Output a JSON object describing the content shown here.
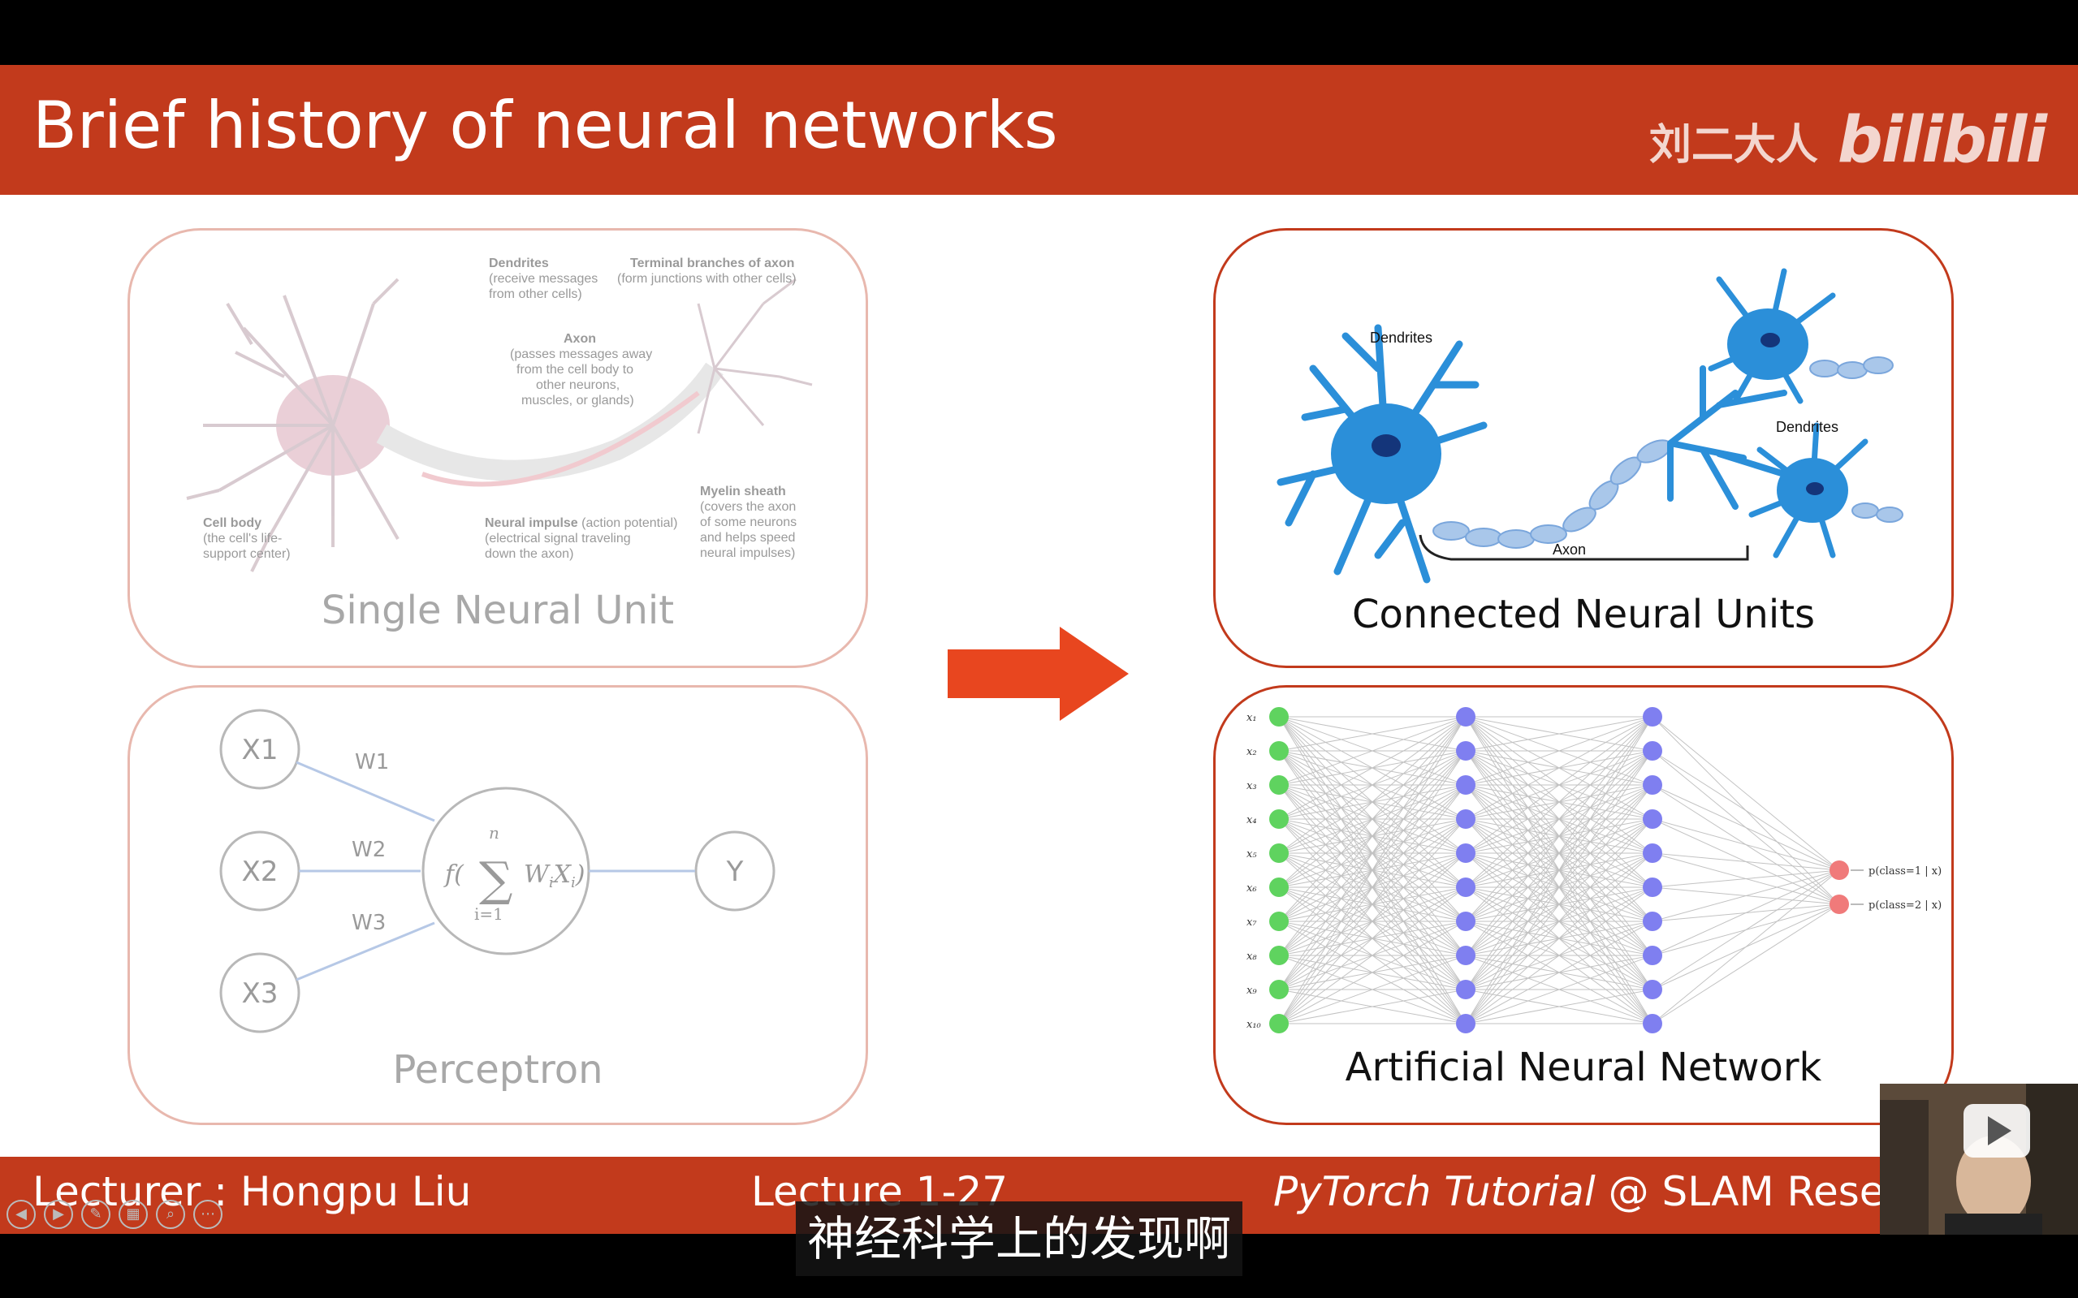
{
  "slide": {
    "title": "Brief history of neural networks",
    "brand": {
      "author": "刘二大人",
      "logo": "bilibili"
    },
    "panels": {
      "single_neural_unit": {
        "caption": "Single Neural Unit",
        "labels": {
          "dendrites_title": "Dendrites",
          "dendrites_1": "(receive messages",
          "dendrites_2": "from other cells)",
          "terminal_title": "Terminal branches of axon",
          "terminal_1": "(form junctions with other cells)",
          "axon_title": "Axon",
          "axon_1": "(passes messages away",
          "axon_2": "from the cell body to",
          "axon_3": "other neurons,",
          "axon_4": "muscles, or glands)",
          "cellbody_title": "Cell body",
          "cellbody_1": "(the cell's life-",
          "cellbody_2": "support center)",
          "impulse_title": "Neural impulse",
          "impulse_title_rest": " (action potential)",
          "impulse_1": "(electrical signal traveling",
          "impulse_2": "down the axon)",
          "myelin_title": "Myelin sheath",
          "myelin_1": "(covers the axon",
          "myelin_2": "of some neurons",
          "myelin_3": "and helps speed",
          "myelin_4": "neural impulses)"
        }
      },
      "perceptron": {
        "caption": "Perceptron",
        "inputs": [
          "X1",
          "X2",
          "X3"
        ],
        "weights": [
          "W1",
          "W2",
          "W3"
        ],
        "output": "Y",
        "formula": {
          "f": "f",
          "sum_top": "n",
          "sum_bottom": "i=1",
          "body": "W",
          "sub": "i",
          "x": "X",
          "xsub": "i"
        }
      },
      "connected_neural_units": {
        "caption": "Connected Neural Units",
        "labels": {
          "dendrites_left": "Dendrites",
          "dendrites_right": "Dendrites",
          "axon": "Axon"
        }
      },
      "artificial_neural_network": {
        "caption": "Artificial Neural Network",
        "input_labels": [
          "x₁",
          "x₂",
          "x₃",
          "x₄",
          "x₅",
          "x₆",
          "x₇",
          "x₈",
          "x₉",
          "x₁₀"
        ],
        "output_labels": [
          "p(class=1 | x)",
          "p(class=2 | x)"
        ],
        "layers": [
          10,
          10,
          10,
          2
        ],
        "colors": {
          "input": "#5fd35f",
          "hidden": "#7f7ff0",
          "output": "#f07a7a"
        }
      }
    },
    "footer": {
      "lecturer": "Lecturer : Hongpu Liu",
      "lecture": "Lecture 1-27",
      "course_italic": "PyTorch Tutorial",
      "course_rest": " @ SLAM Resear"
    }
  },
  "subtitle": "神经科学上的发现啊",
  "colors": {
    "accent": "#c23a1c",
    "arrow": "#e8461f",
    "neuron_blue": "#2b8fd9"
  }
}
